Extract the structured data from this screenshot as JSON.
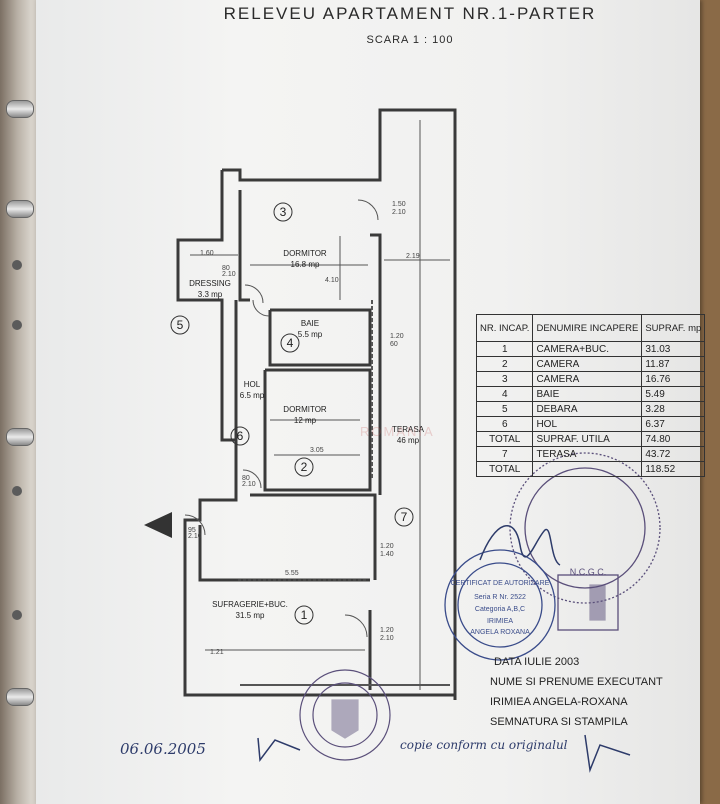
{
  "header": {
    "title": "RELEVEU APARTAMENT NR.1-PARTER",
    "scale": "SCARA 1 : 100"
  },
  "rooms": [
    {
      "name": "DORMITOR",
      "area": "16.8 mp",
      "number": "3"
    },
    {
      "name": "DRESSING",
      "area": "3.3 mp",
      "number": "5"
    },
    {
      "name": "BAIE",
      "area": "5.5 mp",
      "number": "4"
    },
    {
      "name": "HOL",
      "area": "6.5 mp",
      "number": "6"
    },
    {
      "name": "DORMITOR",
      "area": "12 mp",
      "number": "2"
    },
    {
      "name": "TERASA",
      "area": "46 mp",
      "number": "7"
    },
    {
      "name": "SUFRAGERIE+BUC.",
      "area": "31.5 mp",
      "number": "1"
    }
  ],
  "surface_table": {
    "headers": [
      "NR. INCAP.",
      "DENUMIRE INCAPERE",
      "SUPRAF. mp"
    ],
    "rows": [
      [
        "1",
        "CAMERA+BUC.",
        "31.03"
      ],
      [
        "2",
        "CAMERA",
        "11.87"
      ],
      [
        "3",
        "CAMERA",
        "16.76"
      ],
      [
        "4",
        "BAIE",
        "5.49"
      ],
      [
        "5",
        "DEBARA",
        "3.28"
      ],
      [
        "6",
        "HOL",
        "6.37"
      ]
    ],
    "total_util": {
      "label": "TOTAL",
      "desc": "SUPRAF. UTILA",
      "value": "74.80"
    },
    "terrace": {
      "nr": "7",
      "desc": "TERASA",
      "value": "43.72"
    },
    "total": {
      "label": "TOTAL",
      "value": "118.52"
    }
  },
  "footer": {
    "date": "DATA IULIE 2003",
    "executant_label": "NUME SI PRENUME EXECUTANT",
    "executant_name": "IRIMIEA ANGELA-ROXANA",
    "signature_label": "SEMNATURA SI STAMPILA"
  },
  "stamps": {
    "ncgc": "N.C.G.C.",
    "authorization_text": "CERTIFICAT DE AUTORIZARE",
    "serie": "Seria R Nr. 2522",
    "categoria": "Categoria A,B,C",
    "name": "IRIMIEA",
    "name2": "ANGELA ROXANA"
  },
  "handwriting": {
    "date": "06.06.2005",
    "note": "copie conform cu originalul"
  },
  "watermark": "ROMANIA",
  "colors": {
    "ink": "#333333",
    "stamp_blue": "#3a4c8a",
    "stamp_purple": "#5a4f7a"
  }
}
